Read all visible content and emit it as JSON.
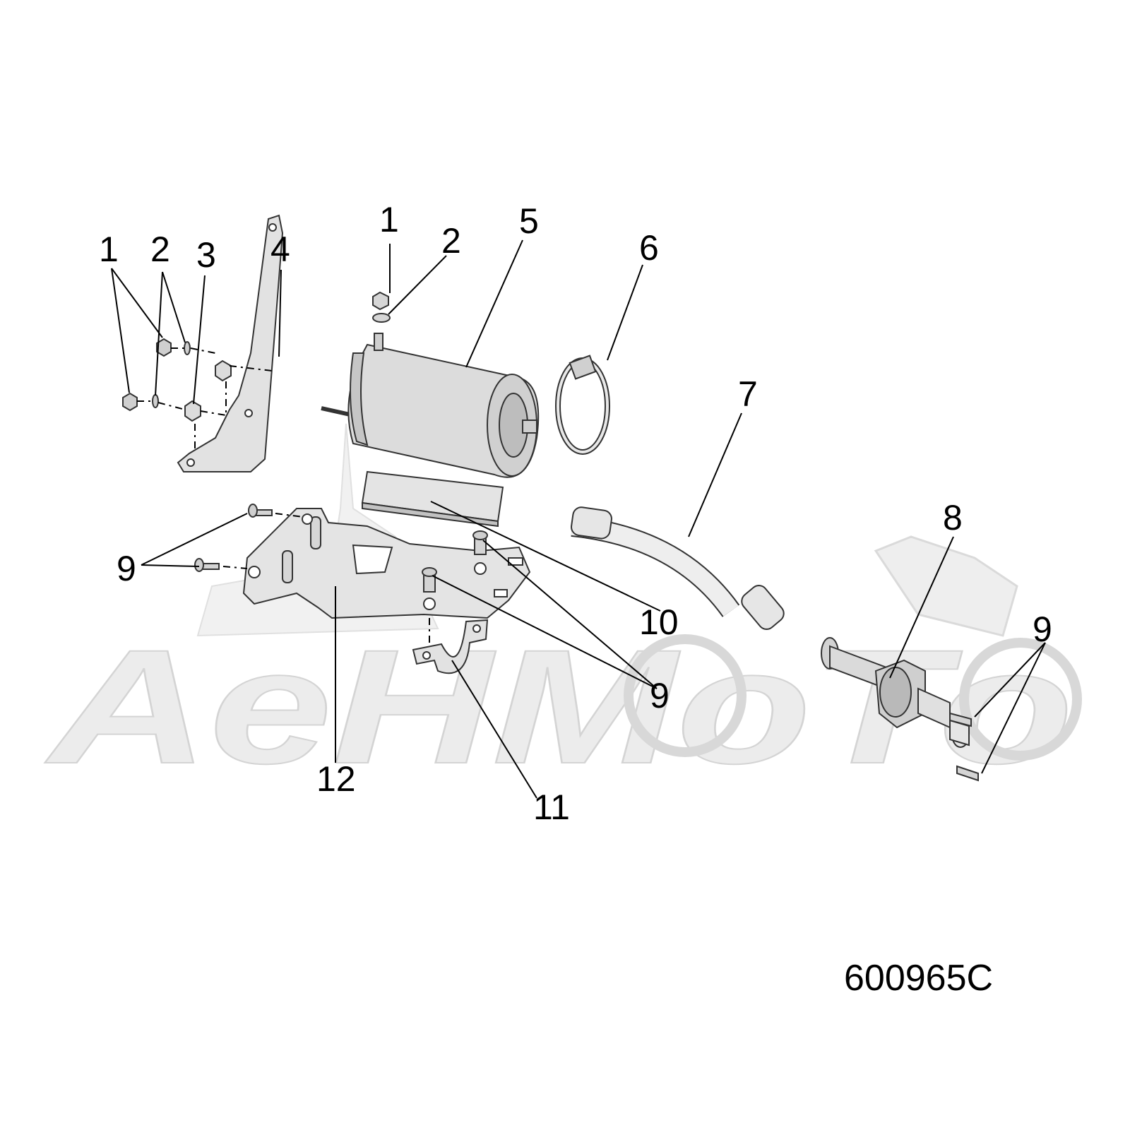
{
  "diagram_number": "600965C",
  "watermark_text": "AeHMoTo",
  "callouts": [
    "1",
    "2",
    "3",
    "4",
    "1",
    "2",
    "5",
    "6",
    "7",
    "8",
    "9",
    "9",
    "9",
    "9",
    "10",
    "11",
    "12"
  ],
  "colors": {
    "line": "#000000",
    "part_fill": "#dcdcdc",
    "part_shadow": "#b8b8b8",
    "watermark": "#ececec"
  },
  "icons": [
    "starter-motor-icon",
    "hose-clamp-icon",
    "cable-boot-icon",
    "starter-drive-icon",
    "mounting-bracket-icon"
  ]
}
